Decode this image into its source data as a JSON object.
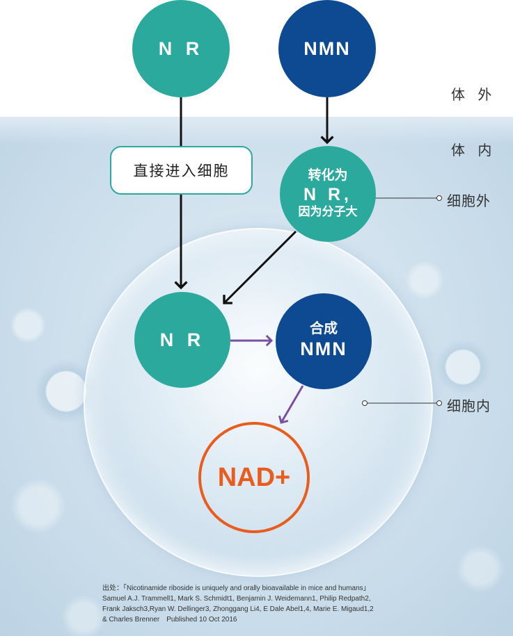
{
  "zones": {
    "outside_body": "体 外",
    "inside_body": "体 内",
    "outside_cell": "细胞外",
    "inside_cell": "细胞内"
  },
  "nodes": {
    "nr_outside": "N R",
    "nmn_outside": "NMN",
    "direct_entry": "直接进入细胞",
    "convert_line1": "转化为",
    "convert_line2": "N R,",
    "convert_line3": "因为分子大",
    "nr_inside": "N R",
    "synth_line1": "合成",
    "synth_line2": "NMN",
    "nad": "NAD+"
  },
  "source": {
    "line1": "出处：「Nicotinamide riboside is uniquely and orally bioavailable in mice and humans」",
    "line2": "Samuel A.J. Trammell1, Mark S. Schmidt1, Benjamin J. Weidemann1, Philip Redpath2,",
    "line3": "Frank Jaksch3,Ryan W. Dellinger3, Zhonggang Li4, E Dale Abel1,4, Marie E. Migaud1,2",
    "line4": "& Charles Brenner　Published 10 Oct 2016"
  },
  "colors": {
    "teal": "#2aa99c",
    "navy": "#0d4a91",
    "nad_orange": "#e85d1d",
    "purple_arrow": "#7a4fa0"
  }
}
